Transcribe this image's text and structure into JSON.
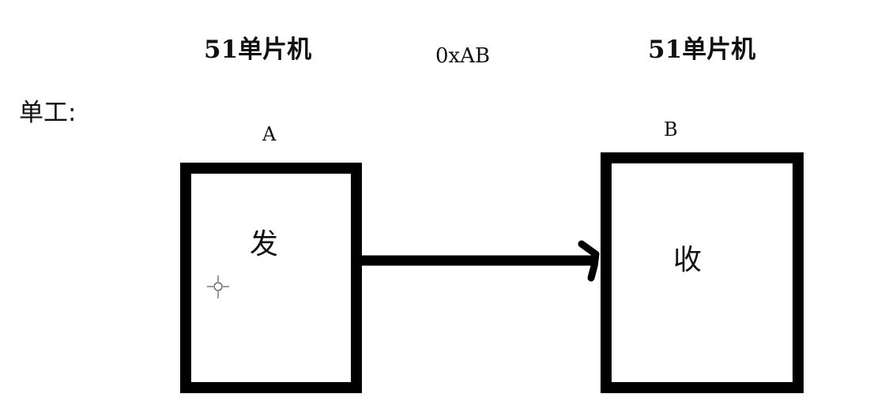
{
  "diagram": {
    "mode_label": "单工:",
    "data_byte": "0xAB",
    "sender": {
      "mcu_label": "51单片机",
      "node_id": "A",
      "role": "发"
    },
    "receiver": {
      "mcu_label": "51单片机",
      "node_id": "B",
      "role": "收"
    },
    "colors": {
      "stroke": "#000000",
      "background": "#ffffff"
    },
    "icons": [
      "crosshair-cursor-icon",
      "arrow-head-icon"
    ]
  }
}
